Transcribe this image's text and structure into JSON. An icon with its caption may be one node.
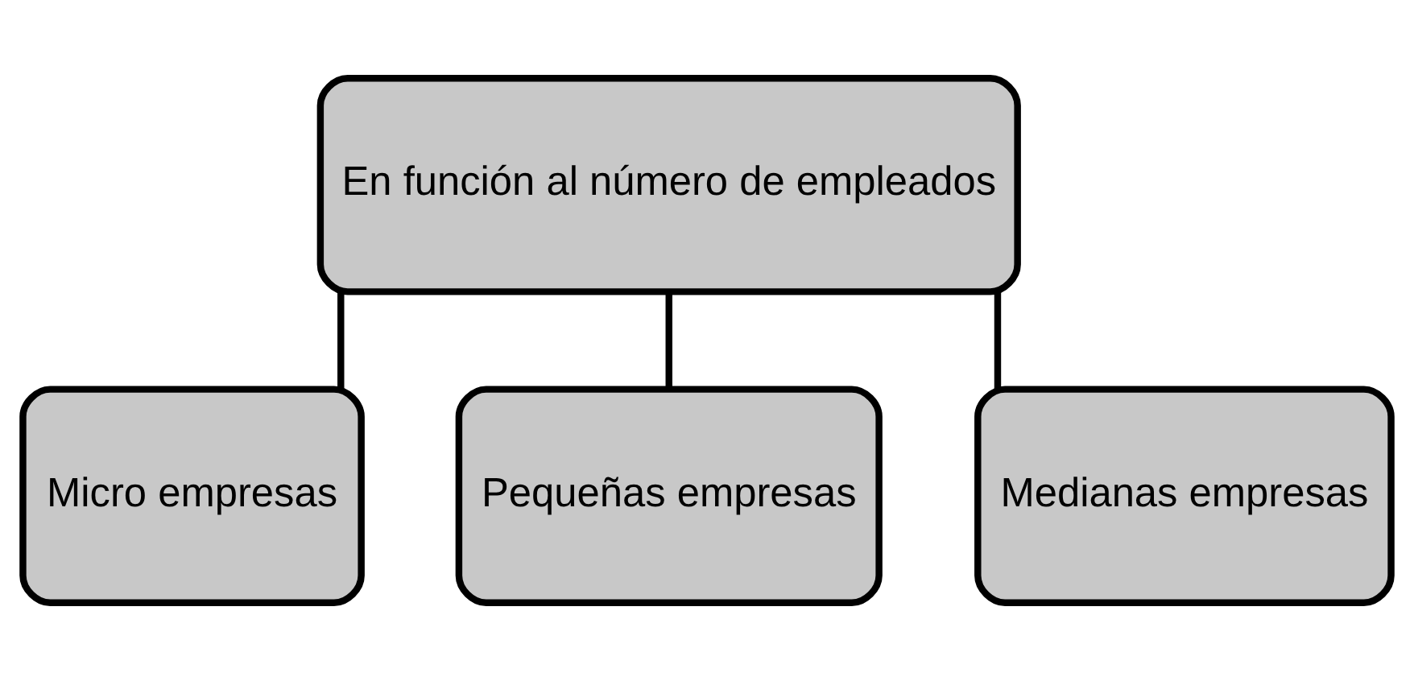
{
  "diagram": {
    "nodes": [
      {
        "text": [
          "En función al número de empleados"
        ]
      },
      {
        "text": [
          "Micro empresas"
        ]
      },
      {
        "text": [
          "Pequeñas empresas"
        ]
      },
      {
        "text": [
          "Medianas empresas"
        ]
      }
    ],
    "edges": [
      {
        "from": 0,
        "to": 1,
        "arrow": "none"
      },
      {
        "from": 0,
        "to": 2,
        "arrow": "none"
      },
      {
        "from": 0,
        "to": 3,
        "arrow": "none"
      }
    ]
  }
}
